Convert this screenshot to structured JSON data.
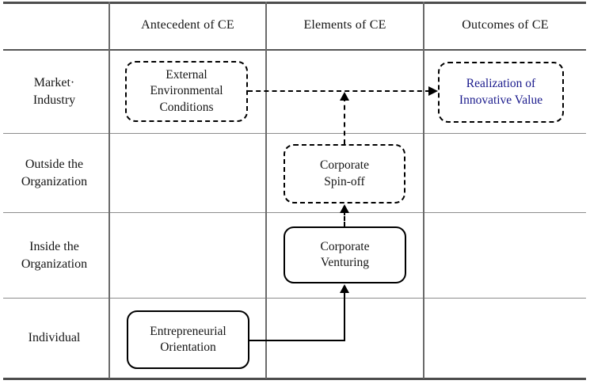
{
  "figure": {
    "kind": "framework-matrix-diagram",
    "columns": [
      "Antecedent of CE",
      "Elements of CE",
      "Outcomes of CE"
    ],
    "rows": [
      "Market·\nIndustry",
      "Outside the\nOrganization",
      "Inside the\nOrganization",
      "Individual"
    ]
  },
  "nodes": {
    "external": {
      "label": "External\nEnvironmental\nConditions",
      "border": "dashed",
      "row": "Market·Industry",
      "column": "Antecedent of CE"
    },
    "realization": {
      "label": "Realization of\nInnovative Value",
      "border": "dashed",
      "text_color": "#1a1a8c",
      "row": "Market·Industry",
      "column": "Outcomes of CE"
    },
    "spinoff": {
      "label": "Corporate\nSpin-off",
      "border": "dashed",
      "row": "Outside the Organization",
      "column": "Elements of CE"
    },
    "venturing": {
      "label": "Corporate\nVenturing",
      "border": "solid",
      "row": "Inside the Organization",
      "column": "Elements of CE"
    },
    "orientation": {
      "label": "Entrepreneurial\nOrientation",
      "border": "solid",
      "row": "Individual",
      "column": "Antecedent of CE"
    }
  },
  "edges": [
    {
      "from": "external-environmental-conditions",
      "to": "realization-of-innovative-value",
      "style": "dashed-arrow"
    },
    {
      "from": "corporate-spin-off",
      "to": "edge-external-to-realization",
      "style": "dashed-arrow"
    },
    {
      "from": "corporate-venturing",
      "to": "corporate-spin-off",
      "style": "dashed-arrow"
    },
    {
      "from": "entrepreneurial-orientation",
      "to": "corporate-venturing",
      "style": "solid-elbow-arrow"
    }
  ],
  "colors": {
    "outer_border": "#4d4d4d",
    "grid_line": "#8c8c8c",
    "column_line": "#6b6b6b",
    "node_border": "#000000",
    "arrow": "#000000",
    "text": "#151515",
    "highlight_text": "#1a1a8c"
  }
}
